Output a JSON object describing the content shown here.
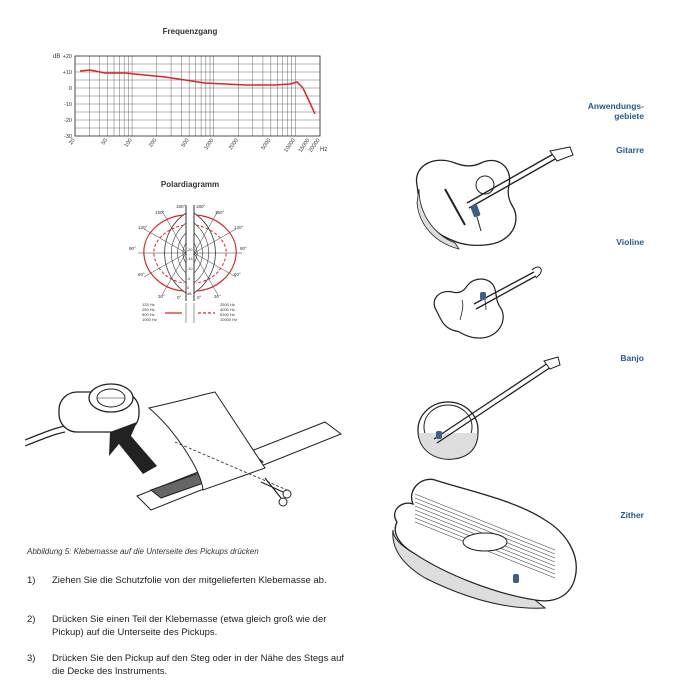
{
  "frequency_chart": {
    "title": "Frequenzgang",
    "y_unit": "dB",
    "y_ticks": [
      "+20",
      "+10",
      "0",
      "-10",
      "-20",
      "-30"
    ],
    "x_unit": "Hz",
    "x_ticks": [
      "20",
      "50",
      "100",
      "200",
      "500",
      "1000",
      "2000",
      "5000",
      "10000",
      "15000",
      "20000"
    ]
  },
  "polar_chart": {
    "title": "Polardiagramm",
    "angle_labels_left": [
      "150°",
      "120°",
      "90°",
      "60°",
      "30°",
      "0°"
    ],
    "angle_labels_right": [
      "150°",
      "120°",
      "90°",
      "60°",
      "30°",
      "0°"
    ],
    "top_labels": [
      "180°",
      "180°"
    ],
    "ring_labels": [
      "-20",
      "-15",
      "-10",
      "-5",
      "0"
    ],
    "db_label": "dB",
    "legend_left": [
      "125 Hz",
      "250 Hz",
      "500 Hz",
      "1000 Hz"
    ],
    "legend_right": [
      "2500 Hz",
      "4000 Hz",
      "6300 Hz",
      "10000 Hz"
    ]
  },
  "applications": {
    "heading_line1": "Anwendungs-",
    "heading_line2": "gebiete",
    "items": [
      "Gitarre",
      "Violine",
      "Banjo",
      "Zither"
    ]
  },
  "figure_caption": "Abbildung 5:  Klebemasse auf die Unterseite des Pickups drücken",
  "steps": [
    {
      "num": "1)",
      "text": "Ziehen Sie die Schutzfolie von der mitgelieferten Klebemasse ab."
    },
    {
      "num": "2)",
      "text": "Drücken Sie einen Teil der Klebemasse (etwa gleich groß wie der Pickup) auf die Unterseite des Pickups."
    },
    {
      "num": "3)",
      "text": "Drücken Sie den Pickup auf den Steg oder in der Nähe des Stegs auf die Decke des Instruments."
    }
  ]
}
